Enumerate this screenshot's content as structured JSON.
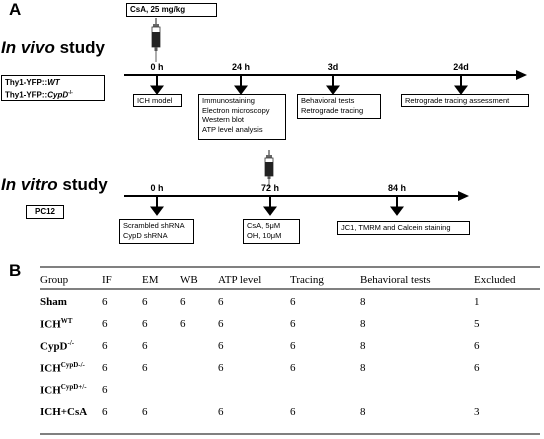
{
  "panel_a": {
    "label": "A",
    "drug_box": "CsA,   25 mg/kg",
    "in_vivo": {
      "title_italic": "In vivo",
      "title_rest": " study",
      "strains": [
        "Thy1-YFP::",
        "WT",
        "Thy1-YFP::",
        "CypD",
        "-/-"
      ],
      "timepoints": [
        "0 h",
        "24 h",
        "3d",
        "24d"
      ],
      "boxes": {
        "ich_model": "ICH model",
        "assays": [
          "Immunostaining",
          "Electron microscopy",
          "Western blot",
          "ATP level analysis"
        ],
        "behavior": [
          "Behavioral tests",
          "Retrograde tracing"
        ],
        "retro": "Retrograde tracing assessment"
      }
    },
    "in_vitro": {
      "title_italic": "In vitro",
      "title_rest": " study",
      "cell_line": "PC12",
      "timepoints": [
        "0 h",
        "72 h",
        "84 h"
      ],
      "boxes": {
        "shrna": [
          "Scrambled shRNA",
          "CypD shRNA"
        ],
        "treatment": [
          "CsA, 5μM",
          "OH,   10μM"
        ],
        "staining": "JC1, TMRM and Calcein staining"
      }
    }
  },
  "panel_b": {
    "label": "B",
    "headers": [
      "Group",
      "IF",
      "EM",
      "WB",
      "ATP level",
      "Tracing",
      "Behavioral tests",
      "Excluded"
    ],
    "rows": [
      {
        "name": "Sham",
        "sup": "",
        "cells": [
          "6",
          "6",
          "6",
          "6",
          "6",
          "8",
          "1"
        ]
      },
      {
        "name": "ICH",
        "sup": "WT",
        "cells": [
          "6",
          "6",
          "6",
          "6",
          "6",
          "8",
          "5"
        ]
      },
      {
        "name": "CypD",
        "sup": "-/-",
        "cells": [
          "6",
          "6",
          "",
          "6",
          "6",
          "8",
          "6"
        ]
      },
      {
        "name": "ICH",
        "sup": "CypD-/-",
        "cells": [
          "6",
          "6",
          "",
          "6",
          "6",
          "8",
          "6"
        ]
      },
      {
        "name": "ICH",
        "sup": "CypD+/-",
        "cells": [
          "6",
          "",
          "",
          "",
          "",
          "",
          ""
        ]
      },
      {
        "name": "ICH+CsA",
        "sup": "",
        "cells": [
          "6",
          "6",
          "",
          "6",
          "6",
          "8",
          "3"
        ]
      }
    ]
  }
}
